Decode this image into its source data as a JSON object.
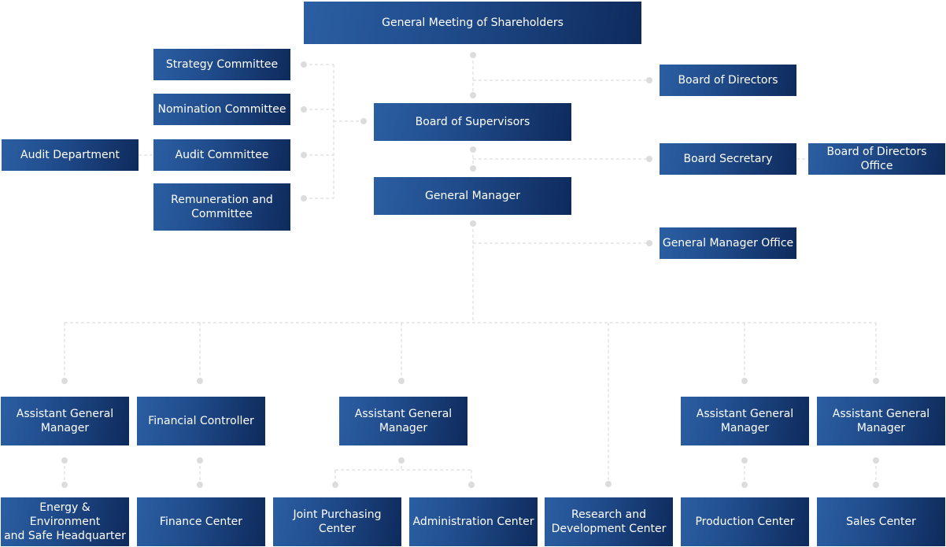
{
  "nodes": {
    "shareholders": "General Meeting of Shareholders",
    "board_of_directors": "Board of Directors",
    "strategy_committee": "Strategy Committee",
    "nomination_committee": "Nomination Committee",
    "audit_department": "Audit Department",
    "audit_committee": "Audit Committee",
    "remuneration_committee": "Remuneration and\nCommittee",
    "board_of_supervisors": "Board of Supervisors",
    "board_secretary": "Board Secretary",
    "board_of_directors_office": "Board of Directors Office",
    "general_manager": "General Manager",
    "general_manager_office": "General Manager Office",
    "agm_1": "Assistant General\nManager",
    "financial_controller": "Financial Controller",
    "agm_2": "Assistant General\nManager",
    "agm_3": "Assistant General\nManager",
    "agm_4": "Assistant General\nManager",
    "energy_env_hq": "Energy & Environment\nand Safe Headquarter",
    "finance_center": "Finance Center",
    "joint_purchasing_center": "Joint Purchasing\nCenter",
    "administration_center": "Administration Center",
    "rd_center": "Research and\nDevelopment Center",
    "production_center": "Production Center",
    "sales_center": "Sales Center"
  }
}
